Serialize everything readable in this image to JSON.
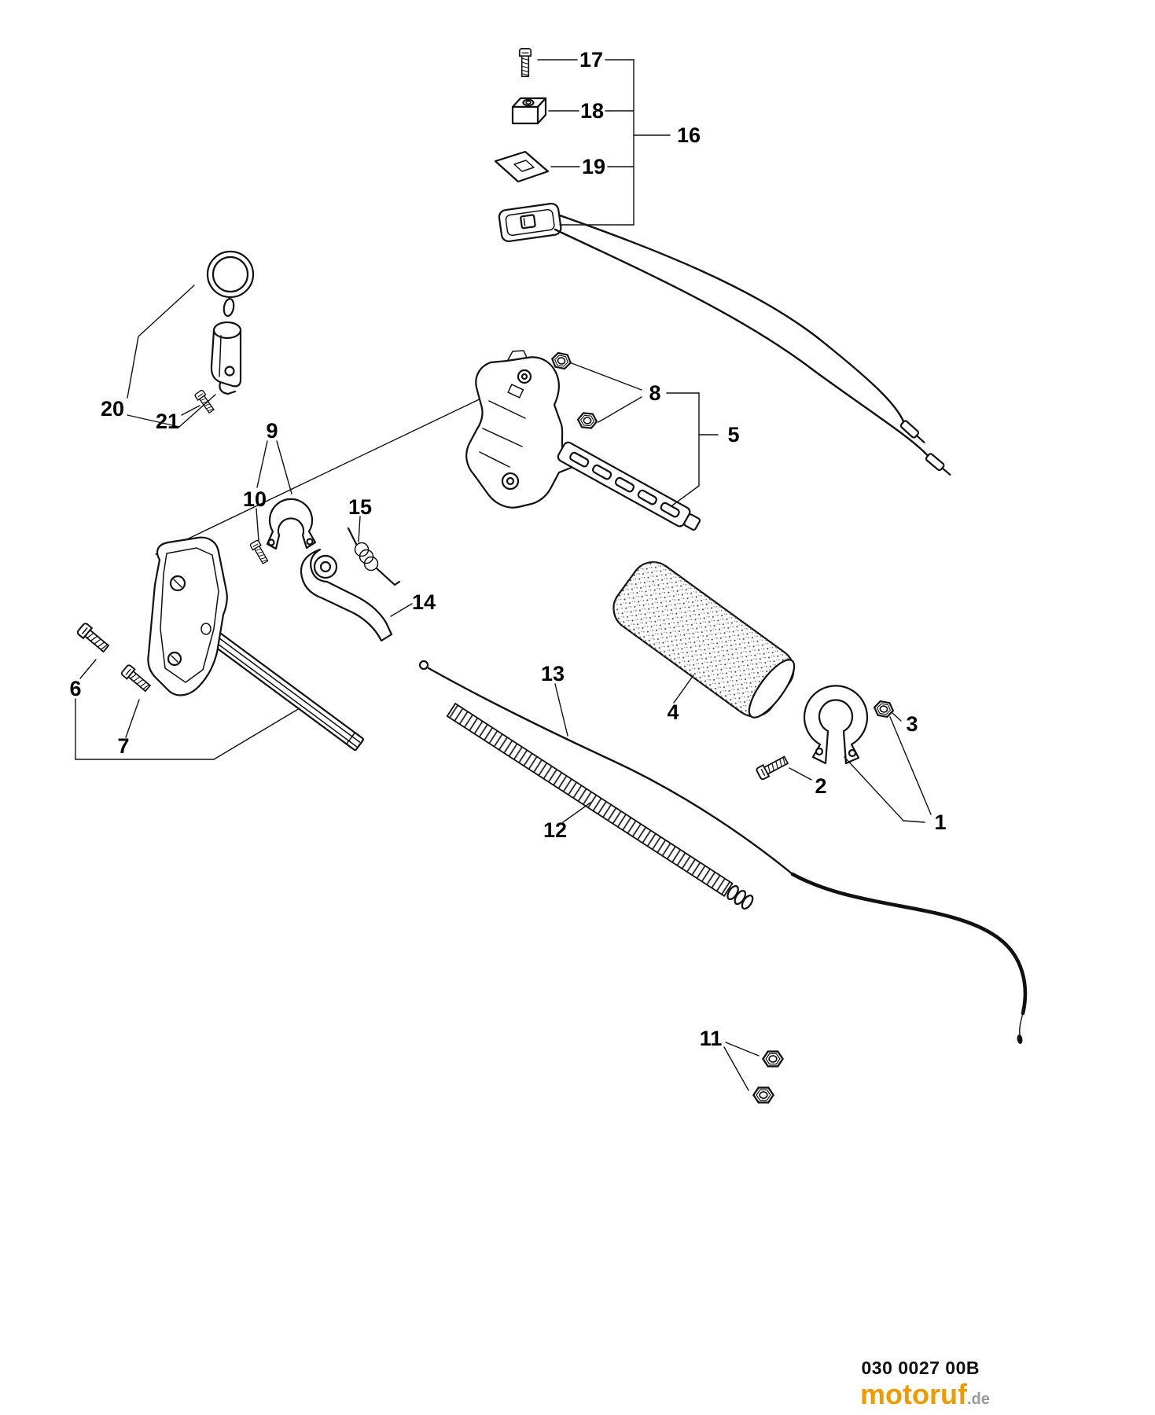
{
  "diagram": {
    "callouts": {
      "n1": "1",
      "n2": "2",
      "n3": "3",
      "n4": "4",
      "n5": "5",
      "n6": "6",
      "n7": "7",
      "n8": "8",
      "n9": "9",
      "n10": "10",
      "n11": "11",
      "n12": "12",
      "n13": "13",
      "n14": "14",
      "n15": "15",
      "n16": "16",
      "n17": "17",
      "n18": "18",
      "n19": "19",
      "n20": "20",
      "n21": "21"
    },
    "footer": {
      "part_code": "030 0027 00B"
    },
    "watermark": {
      "brand": "motoruf",
      "tld": ".de",
      "brand_color": "#ef9b00",
      "tld_color": "#9a9a9a"
    }
  }
}
